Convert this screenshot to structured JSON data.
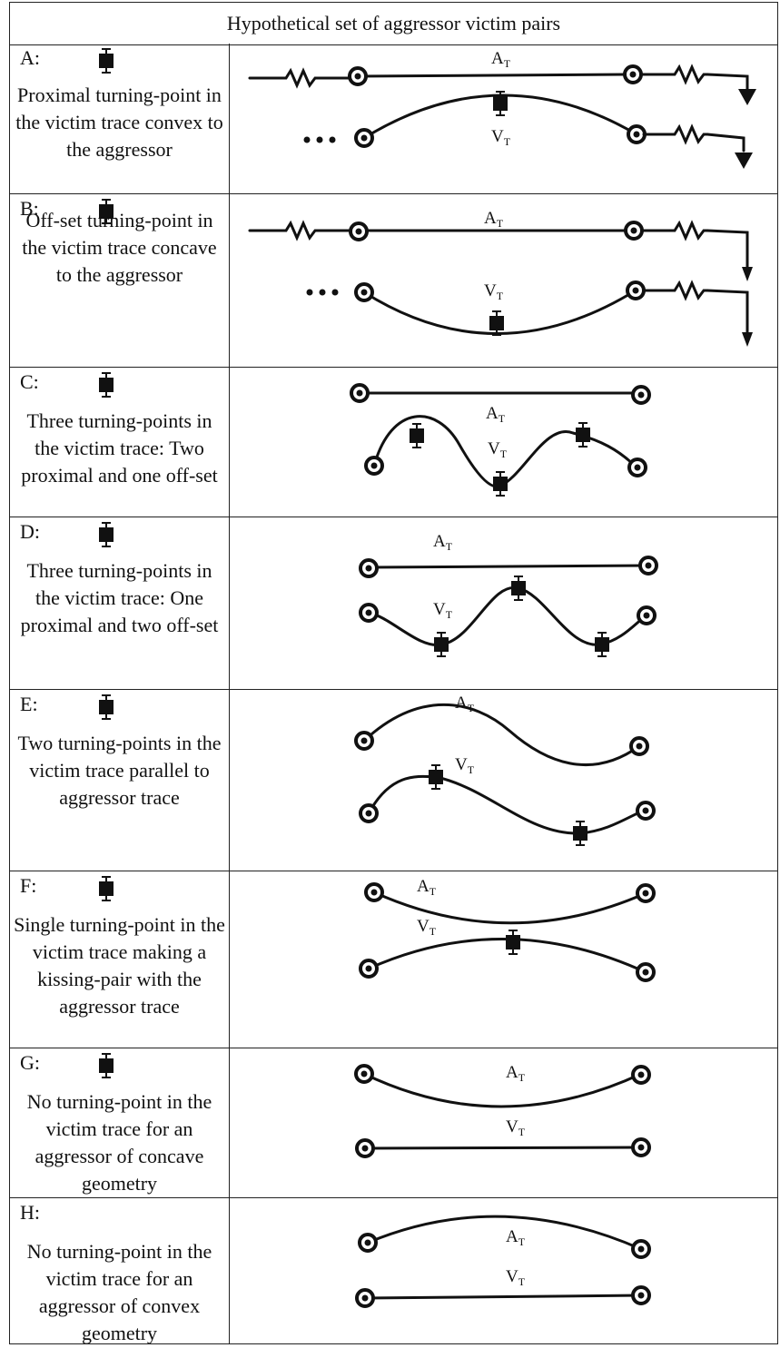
{
  "title": "Hypothetical set of aggressor  victim pairs",
  "labels": {
    "aggressor": "A",
    "victim": "V",
    "subscript": "T"
  },
  "rows": [
    {
      "letter": "A:",
      "description": "Proximal turning-point in the victim trace convex to the aggressor"
    },
    {
      "letter": "B:",
      "description": "Off-set turning-point in the victim trace concave to the aggressor"
    },
    {
      "letter": "C:",
      "description": "Three turning-points in the victim trace: Two proximal and one off-set"
    },
    {
      "letter": "D:",
      "description": "Three turning-points in the victim trace: One proximal and two off-set"
    },
    {
      "letter": "E:",
      "description": "Two turning-points in the victim trace parallel to aggressor trace"
    },
    {
      "letter": "F:",
      "description": "Single turning-point in the victim trace making a kissing-pair with the aggressor trace"
    },
    {
      "letter": "G:",
      "description": "No turning-point in the victim trace for an aggressor of concave geometry"
    },
    {
      "letter": "H:",
      "description": "No turning-point in the victim trace for an aggressor of convex geometry"
    }
  ]
}
